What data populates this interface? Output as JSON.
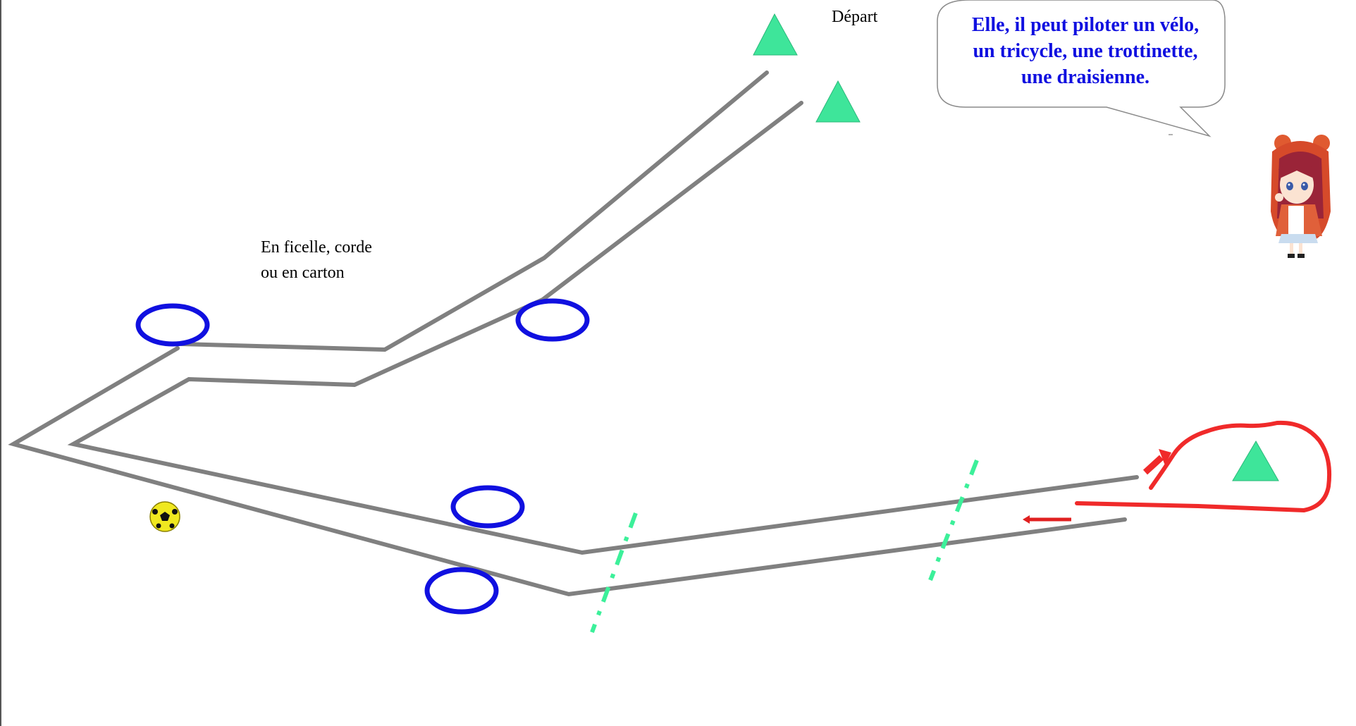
{
  "labels": {
    "start": "Départ",
    "material": "En ficelle, corde ou en carton"
  },
  "speech_bubble": {
    "lines": [
      "Elle, il peut piloter un vélo,",
      "un tricycle, une trottinette,",
      "une draisienne."
    ]
  },
  "colors": {
    "track": "#808080",
    "hoop": "#1010e0",
    "cone": "#3ee59a",
    "cone_stroke": "#2ab87a",
    "dash_line": "#3cf09a",
    "loop": "#f02a2a",
    "bubble_text": "#1010e0"
  },
  "icons": {
    "cone": "green-triangle-cone",
    "hoop": "blue-hoop-ring",
    "ball": "soccer-ball",
    "character": "girl-in-red-hoodie"
  }
}
